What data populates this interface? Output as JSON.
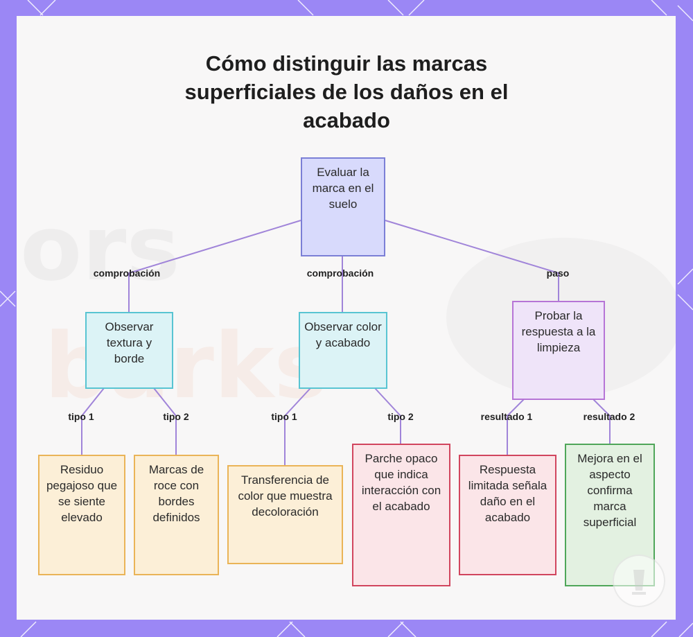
{
  "title": "Cómo distinguir las marcas superficiales de los daños en el acabado",
  "colors": {
    "frame": "#9b87f5",
    "connector": "#a084d9",
    "root_fill": "#d8dafc",
    "check_fill": "#dcf3f6",
    "step_fill": "#efe4f9",
    "orange_fill": "#fcefd7",
    "red_fill": "#fbe5e8",
    "green_fill": "#e3f1e1"
  },
  "diagram": {
    "root": {
      "label": "Evaluar la marca en el suelo"
    },
    "edge_labels": {
      "root_to_texture": "comprobación",
      "root_to_color": "comprobación",
      "root_to_cleaning": "paso",
      "texture_to_residue": "tipo 1",
      "texture_to_rub": "tipo 2",
      "color_to_transfer": "tipo 1",
      "color_to_patch": "tipo 2",
      "cleaning_to_limited": "resultado 1",
      "cleaning_to_improve": "resultado 2"
    },
    "nodes": {
      "texture": "Observar textura y borde",
      "color": "Observar color y acabado",
      "cleaning": "Probar la respuesta a la limpieza",
      "residue": "Residuo pegajoso que se siente elevado",
      "rub": "Marcas de roce con bordes definidos",
      "transfer": "Transferencia de color que muestra decoloración",
      "patch": "Parche opaco que indica interacción con el acabado",
      "limited": "Respuesta limitada señala daño en el acabado",
      "improve": "Mejora en el aspecto confirma marca superficial"
    }
  },
  "icons": {
    "logo": "glass-logo-icon"
  }
}
